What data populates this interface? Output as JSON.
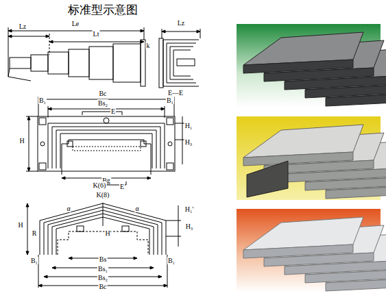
{
  "diagram": {
    "title": "标准型示意图",
    "labels": [
      "Lz",
      "Le",
      "Lt",
      "k",
      "Lz",
      "B₁",
      "Bc",
      "B₁",
      "E—E",
      "Bs₂",
      "E",
      "H",
      "H₁",
      "H₃",
      "Bg",
      "K(6)",
      "E",
      "K(8)",
      "H",
      "R",
      "α",
      "α",
      "H'",
      "H₁'",
      "H₃",
      "B₁",
      "B₁",
      "Bs",
      "Bs₁",
      "Bs₂",
      "Bc"
    ]
  }
}
